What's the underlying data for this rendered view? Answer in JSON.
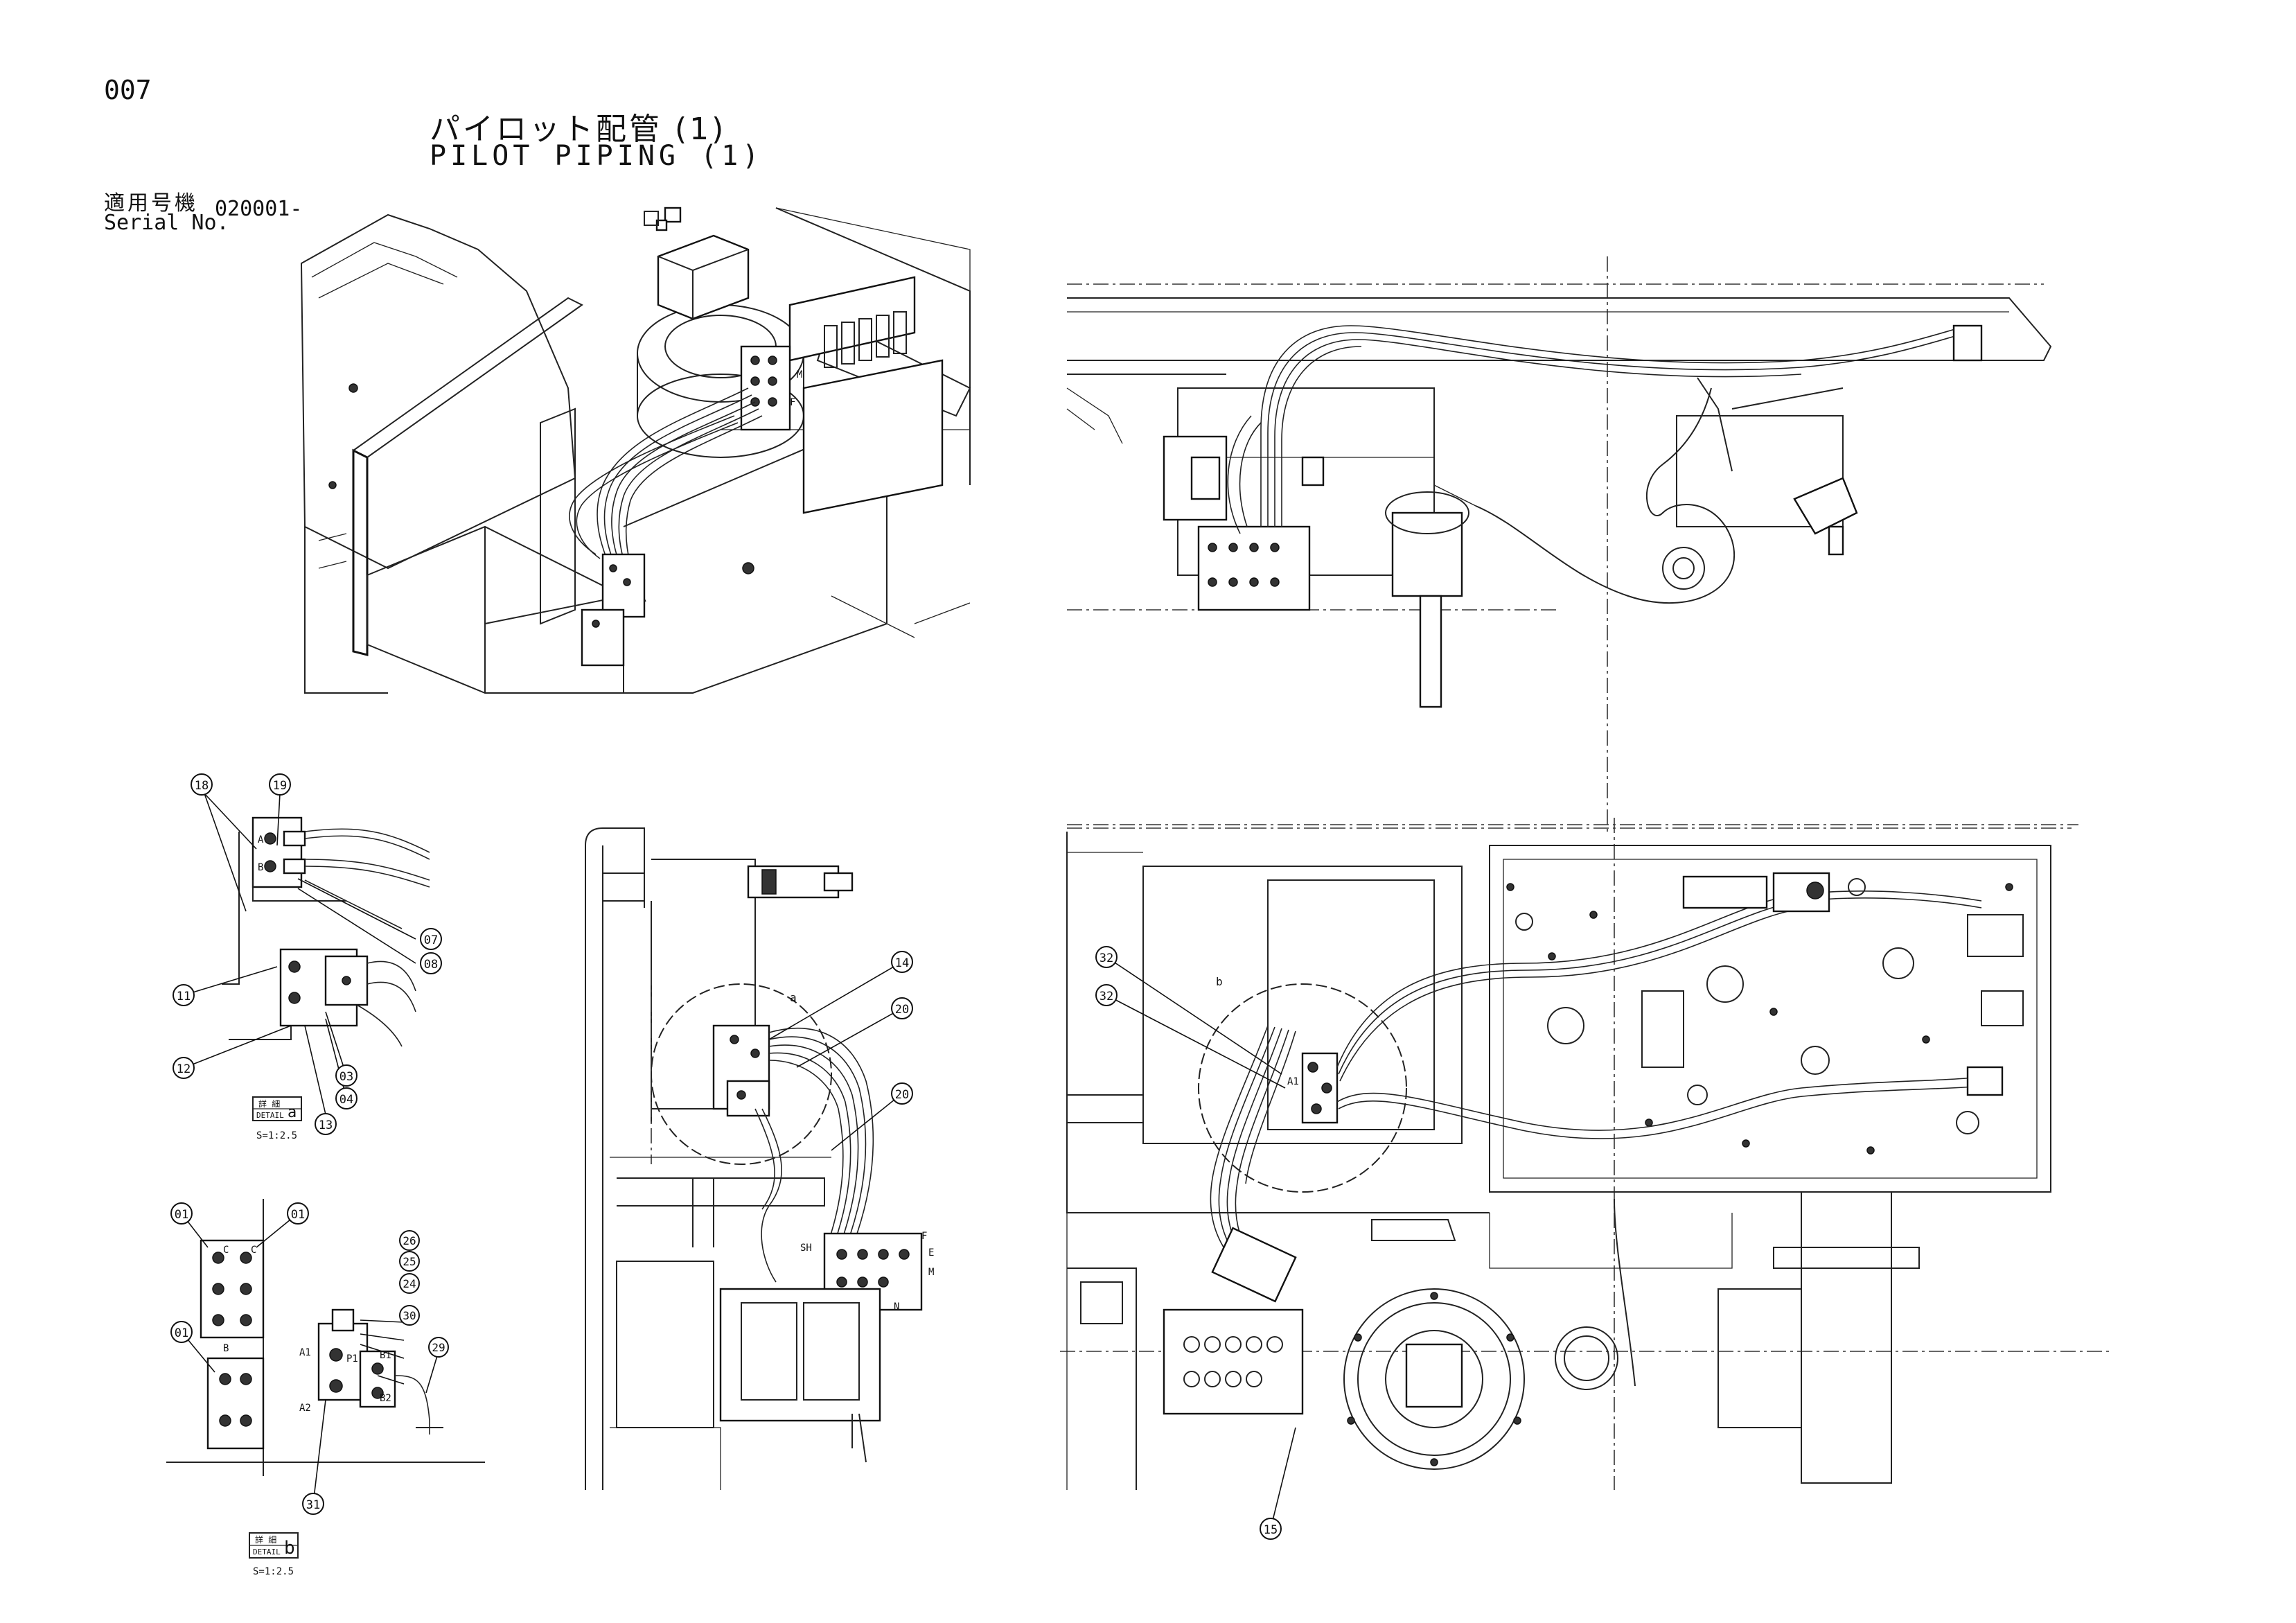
{
  "header": {
    "page_number": "007",
    "title_ja": "パイロット配管 (1)",
    "title_en": "PILOT PIPING (1)",
    "serial_label_ja": "適用号機",
    "serial_label_en": "Serial No.",
    "serial_value": "020001-"
  },
  "callouts": {
    "c01a": "01",
    "c01b": "01",
    "c01c": "01",
    "c03": "03",
    "c04": "04",
    "c07": "07",
    "c08": "08",
    "c11": "11",
    "c12": "12",
    "c13": "13",
    "c14": "14",
    "c15": "15",
    "c18": "18",
    "c19": "19",
    "c20a": "20",
    "c20b": "20",
    "c24": "24",
    "c25": "25",
    "c26": "26",
    "c29": "29",
    "c30": "30",
    "c31": "31",
    "c32a": "32",
    "c32b": "32"
  },
  "details": {
    "a": {
      "header": "詳 細",
      "label": "DETAIL",
      "letter": "a",
      "scale": "S=1:2.5"
    },
    "b": {
      "header": "詳 細",
      "label": "DETAIL",
      "letter": "b",
      "scale": "S=1:2.5"
    }
  },
  "port_labels": {
    "pa": "A",
    "pb": "B",
    "pc": "C",
    "pc2": "C",
    "pb2": "B",
    "a1": "A1",
    "a2": "A2",
    "b1": "B1",
    "b2": "B2",
    "p1": "P1",
    "m1": "M",
    "f1": "F",
    "e1": "E",
    "n1": "N",
    "sh": "SH",
    "m2": "M",
    "f2": "F",
    "a1b": "A1"
  },
  "view_labels": {
    "va": "a",
    "vb": "b"
  }
}
